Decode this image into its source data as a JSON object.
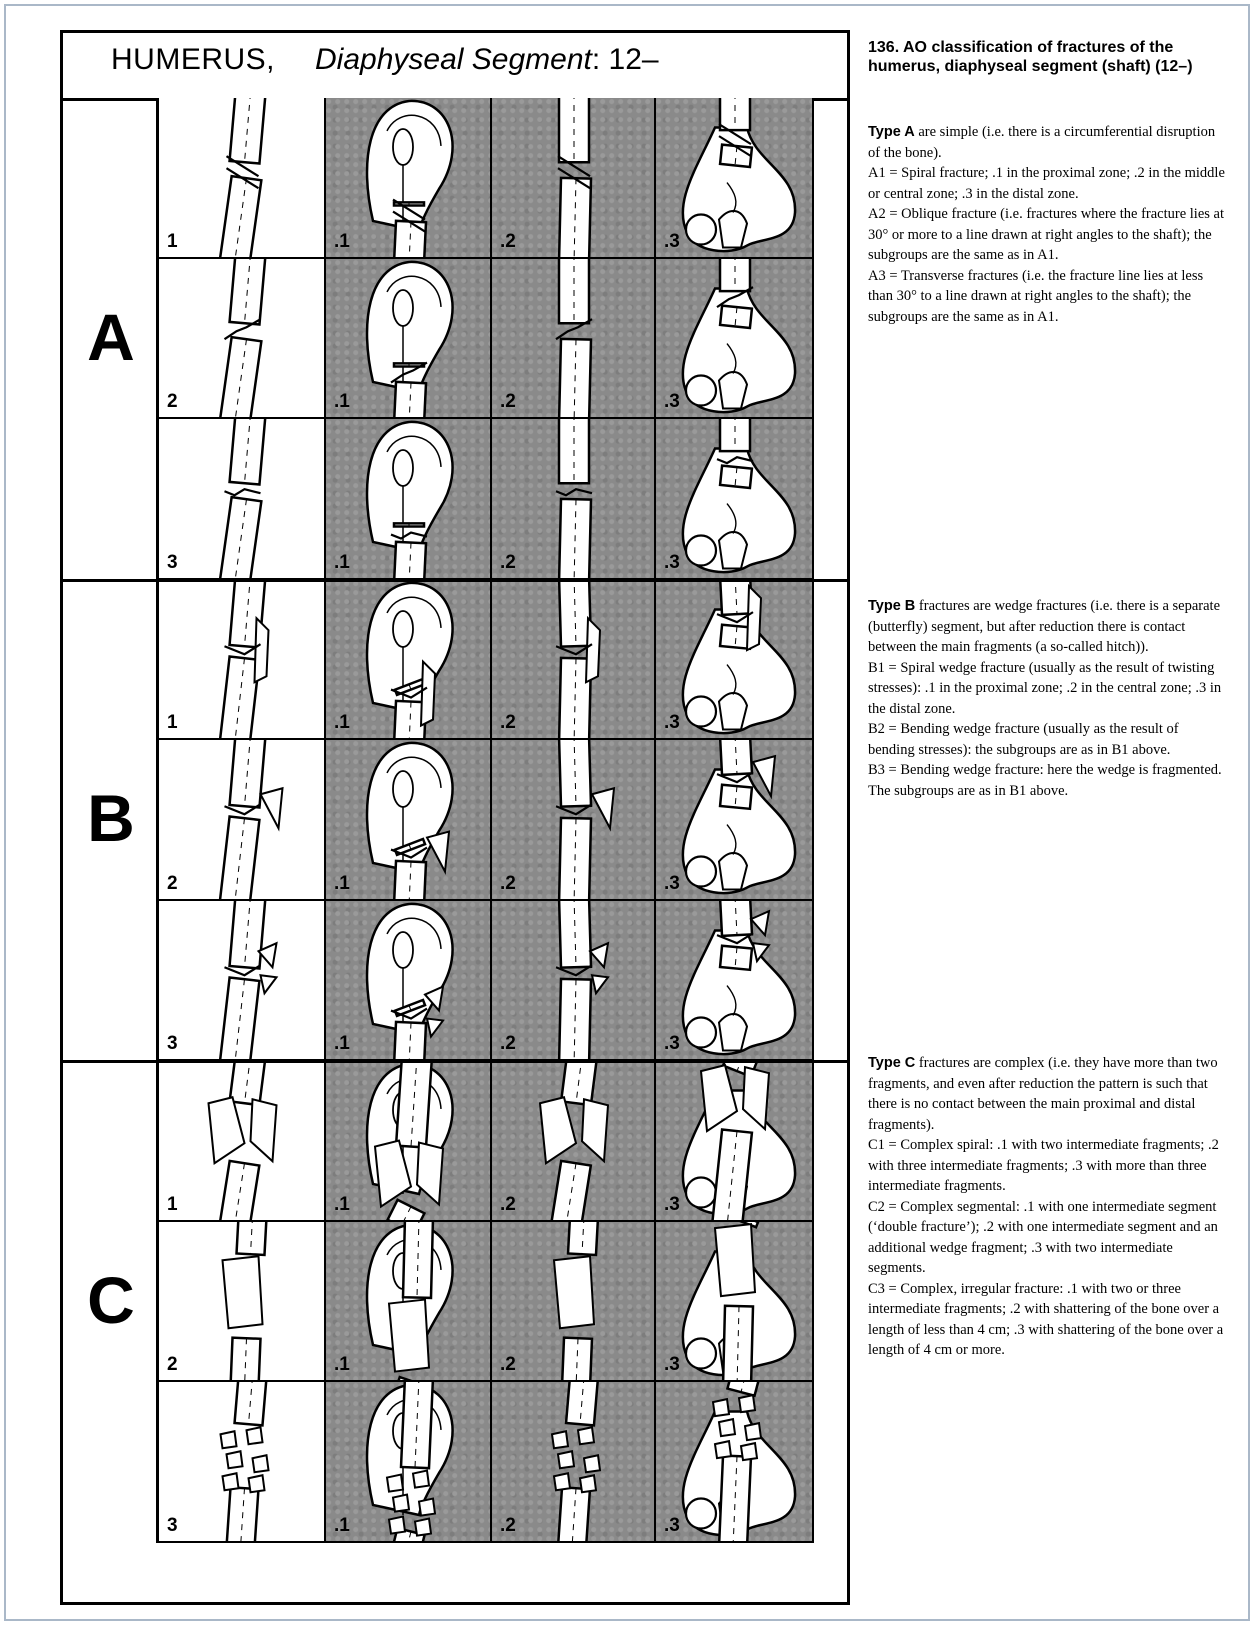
{
  "header": {
    "bone": "HUMERUS,",
    "segment": "Diaphyseal Segment",
    "code": ": 12–"
  },
  "types": [
    {
      "letter": "A",
      "groups": [
        "1",
        "2",
        "3"
      ]
    },
    {
      "letter": "B",
      "groups": [
        "1",
        "2",
        "3"
      ]
    },
    {
      "letter": "C",
      "groups": [
        "1",
        "2",
        "3"
      ]
    }
  ],
  "subgroup_labels": [
    ".1",
    ".2",
    ".3"
  ],
  "caption": "136. AO classification of fractures of the humerus, diaphyseal segment (shaft) (12–)",
  "descriptions": {
    "type_a": {
      "lead": "Type A",
      "intro": " are simple (i.e. there is a circumferential disruption of the bone).",
      "lines": [
        "A1 = Spiral fracture; .1 in the proximal zone; .2 in the middle or central zone; .3 in the distal zone.",
        "A2 = Oblique fracture (i.e. fractures where the fracture lies at 30° or more to a line drawn at right angles to the shaft); the subgroups are the same as in A1.",
        "A3 = Transverse fractures (i.e. the fracture line lies at less than 30° to a line drawn at right angles to the shaft); the subgroups are the same as in A1."
      ]
    },
    "type_b": {
      "lead": "Type B",
      "intro": " fractures are wedge fractures (i.e. there is a separate (butterfly) segment, but after reduction there is contact between the main fragments (a so-called hitch)).",
      "lines": [
        "B1 = Spiral wedge fracture (usually as the result of twisting stresses): .1 in the proximal zone; .2 in the central zone; .3 in the distal zone.",
        "B2 = Bending wedge fracture (usually as the result of bending stresses): the subgroups are as in B1 above.",
        "B3 = Bending wedge fracture: here the wedge is fragmented. The subgroups are as in B1 above."
      ]
    },
    "type_c": {
      "lead": "Type C",
      "intro": " fractures are complex (i.e. they have more than two fragments, and even after reduction the pattern is such that there is no contact between the main proximal and distal fragments).",
      "lines": [
        "C1 = Complex spiral: .1 with two intermediate fragments; .2 with three intermediate fragments; .3 with more than three intermediate fragments.",
        "C2 = Complex segmental: .1 with one intermediate segment (‘double fracture’); .2 with one intermediate segment and an additional wedge fragment; .3 with two intermediate segments.",
        "C3 = Complex, irregular fracture: .1 with two or three intermediate fragments; .2 with shattering of the bone over a length of less than 4 cm; .3 with shattering of the bone over a length of 4 cm or more."
      ]
    }
  }
}
